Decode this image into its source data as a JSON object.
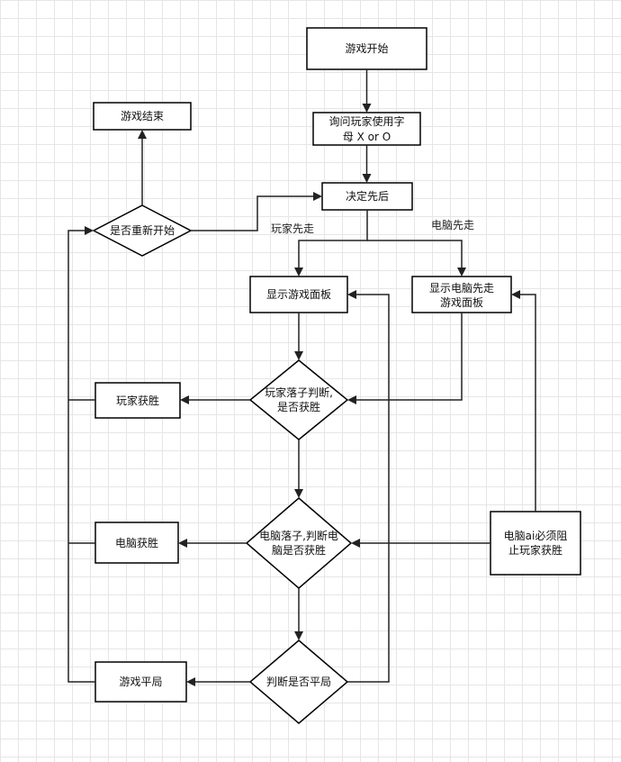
{
  "nodes": {
    "start": "游戏开始",
    "ask_symbol": [
      "询问玩家使用字",
      "母 X or O"
    ],
    "decide_order": "决定先后",
    "game_over": "游戏结束",
    "restart_question": "是否重新开始",
    "show_board": "显示游戏面板",
    "show_board_computer_first": [
      "显示电脑先走",
      "游戏面板"
    ],
    "player_move_check": [
      "玩家落子判断,",
      "是否获胜"
    ],
    "player_wins": "玩家获胜",
    "computer_move_check": [
      "电脑落子,判断电",
      "脑是否获胜"
    ],
    "computer_wins": "电脑获胜",
    "computer_ai": [
      "电脑ai必须阻",
      "止玩家获胜"
    ],
    "draw_check": "判断是否平局",
    "draw": "游戏平局"
  },
  "edge_labels": {
    "player_first": "玩家先走",
    "computer_first": "电脑先走"
  },
  "colors": {
    "stroke": "#000000",
    "arrow": "#222222",
    "grid": "#e6e6e6",
    "background": "#ffffff"
  }
}
